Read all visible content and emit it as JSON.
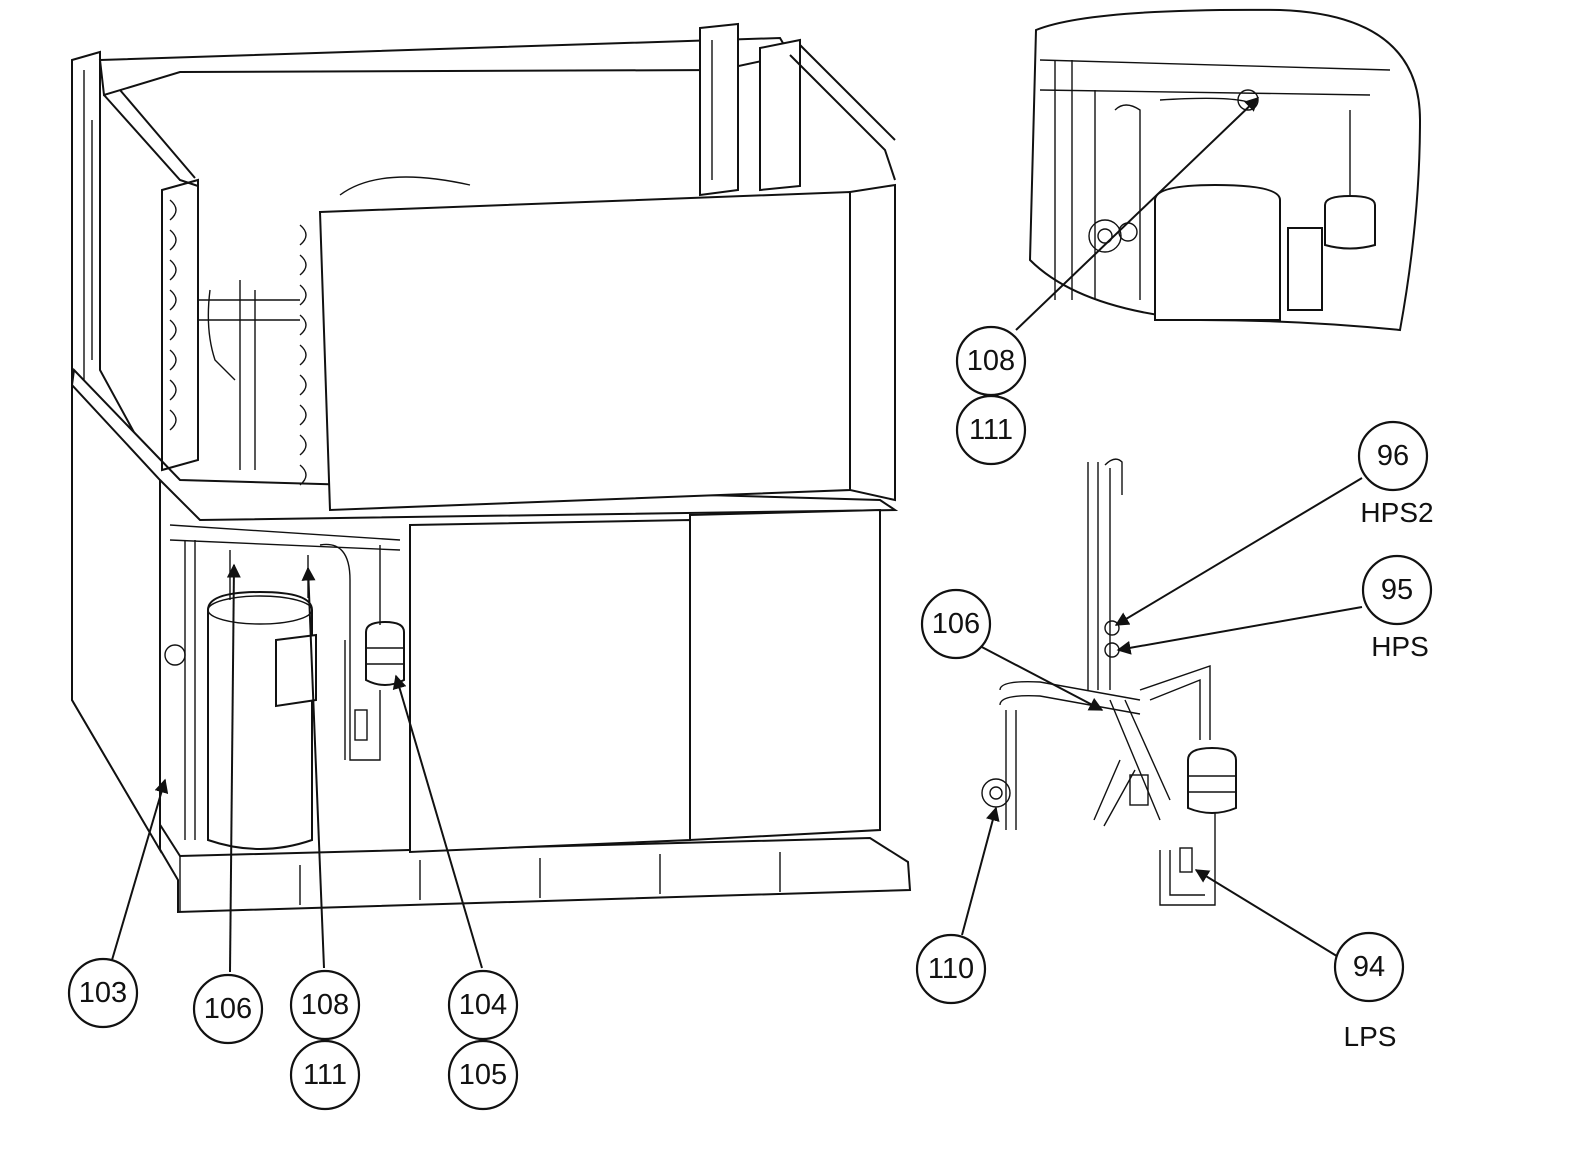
{
  "callouts": {
    "c103": "103",
    "c106": "106",
    "c108": "108",
    "c111": "111",
    "c104": "104",
    "c105": "105",
    "c108b": "108",
    "c111b": "111",
    "c96": "96",
    "c95": "95",
    "c106b": "106",
    "c110": "110",
    "c94": "94"
  },
  "labels": {
    "hps2": "HPS2",
    "hps": "HPS",
    "lps": "LPS"
  }
}
